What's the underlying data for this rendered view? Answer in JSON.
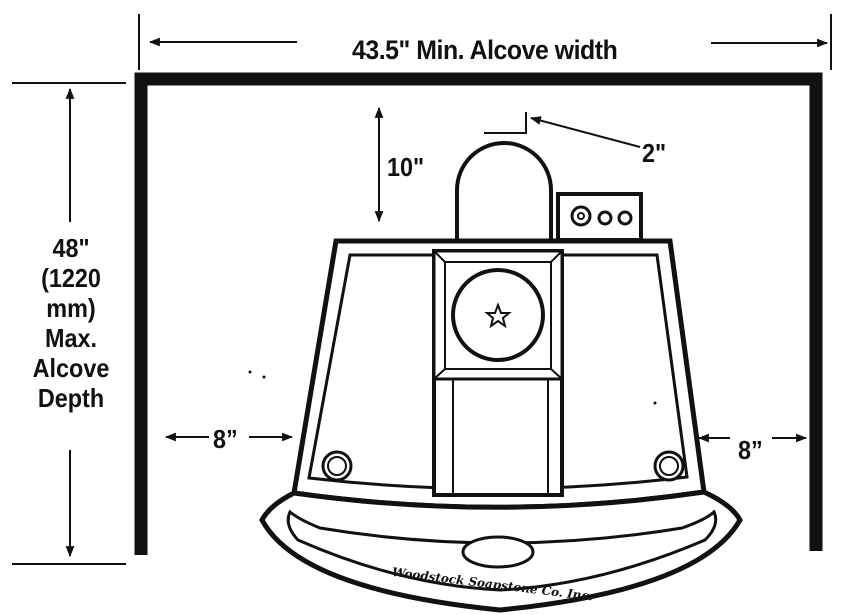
{
  "labels": {
    "alcove_width": "43.5\" Min. Alcove width",
    "alcove_depth": "48\" (1220 mm) Max. Alcove Depth",
    "top_clearance": "10\"",
    "motor_gap": "2\"",
    "left_clearance": "8”",
    "right_clearance": "8”",
    "maker_mark": "Woodstock Soapstone Co. Inc."
  },
  "colors": {
    "line": "#111111",
    "fill": "#ffffff"
  }
}
